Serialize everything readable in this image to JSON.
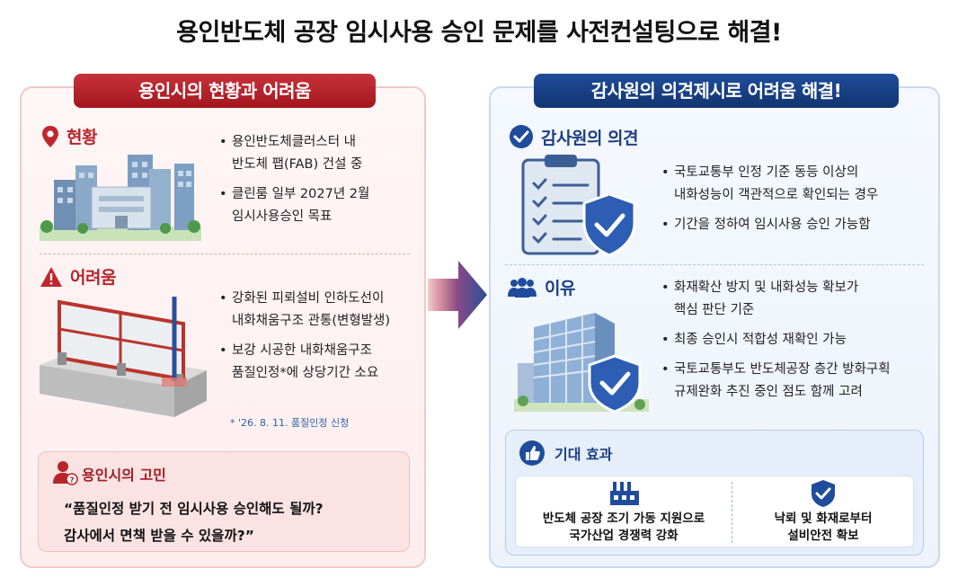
{
  "title": "용인반도체 공장 임시사용 승인 문제를 사전컨설팅으로 해결!",
  "left_panel": {
    "header": "용인시의 현황과 어려움",
    "status": {
      "title": "현황",
      "bullets": [
        "용인반도체클러스터 내\n반도체 팹(FAB) 건설 중",
        "클린룸 일부 2027년 2월\n임시사용승인 목표"
      ]
    },
    "difficulty": {
      "title": "어려움",
      "bullets": [
        "강화된 피뢰설비 인하도선이\n내화채움구조 관통(변형발생)",
        "보강 시공한 내화채움구조\n품질인정*에 상당기간 소요"
      ],
      "note": "* '26. 8. 11. 품질인정 신청"
    },
    "concern": {
      "title": "용인시의 고민",
      "quote": "“품질인정 받기 전 임시사용 승인해도 될까?\n감사에서 면책 받을 수 있을까?”"
    }
  },
  "right_panel": {
    "header": "감사원의 의견제시로 어려움 해결!",
    "opinion": {
      "title": "감사원의 의견",
      "bullets": [
        "국토교통부 인정 기준  동등 이상의\n내화성능이 객관적으로 확인되는 경우",
        "기간을 정하여 임시사용 승인 가능함"
      ]
    },
    "reason": {
      "title": "이유",
      "bullets": [
        "화재확산 방지 및 내화성능 확보가\n핵심 판단 기준",
        "최종 승인시 적합성 재확인 가능",
        "국토교통부도 반도체공장 층간 방화구획\n규제완화 추진 중인 점도 함께 고려"
      ]
    },
    "effects": {
      "title": "기대 효과",
      "items": [
        "반도체 공장 조기 가동 지원으로\n국가산업 경쟁력 강화",
        "낙뢰 및 화재로부터\n설비안전 확보"
      ]
    }
  },
  "colors": {
    "red_accent": "#b7242b",
    "blue_accent": "#1b3f84"
  }
}
